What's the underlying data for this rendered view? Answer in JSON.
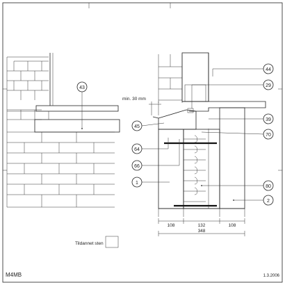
{
  "callouts": {
    "c43": "43",
    "c44": "44",
    "c29": "29",
    "c45": "45",
    "c39": "39",
    "c70": "70",
    "c64": "64",
    "c66": "66",
    "c1": "1",
    "c80": "80",
    "c2": "2"
  },
  "dimensions": {
    "gap_label": "min. 30 mm",
    "seg1": "108",
    "seg2": "132",
    "seg3": "108",
    "total": "348"
  },
  "legend": {
    "label": "Tildannet sten"
  },
  "footer": {
    "code": "M4MB",
    "date": "1.3.2006"
  }
}
